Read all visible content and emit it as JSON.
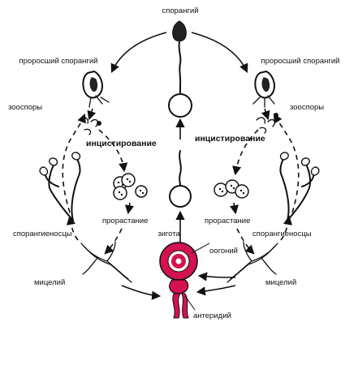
{
  "labels": {
    "sporangium": "спорангий",
    "sprouted_left": "проросший спорангий",
    "sprouted_right": "проросший спорангий",
    "zoospores_left": "зооспоры",
    "zoospores_right": "зооспоры",
    "encystment_left": "инцистирование",
    "encystment_right": "инцистирование",
    "sporangiophores_left": "спорангиеносцы",
    "sporangiophores_right": "спорангиеносцы",
    "germination_left": "прорастание",
    "germination_right": "прорастание",
    "zygote": "зигота",
    "oogonium": "оогоний",
    "mycelium_left": "мицелий",
    "mycelium_right": "мицелий",
    "antheridium": "антеридий"
  },
  "colors": {
    "ink": "#111111",
    "oogonium": "#d3124f"
  }
}
